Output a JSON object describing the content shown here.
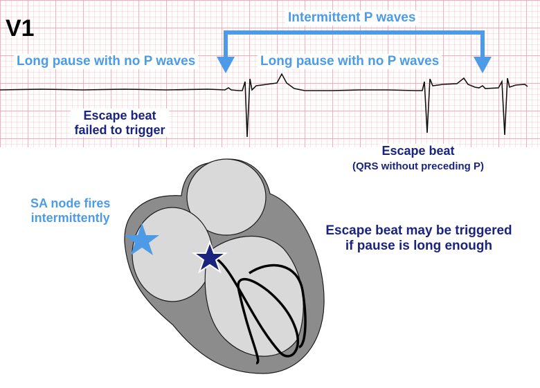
{
  "lead_label": "V1",
  "top_labels": {
    "intermittent": "Intermittent P waves",
    "pause_1": "Long pause with no P waves",
    "pause_2": "Long pause with no P waves"
  },
  "ecg_labels": {
    "escape_failed_line1": "Escape beat",
    "escape_failed_line2": "failed to trigger",
    "escape_beat_line1": "Escape beat",
    "escape_beat_line2": "(QRS without preceding P)"
  },
  "heart_labels": {
    "sa_node_line1": "SA node fires",
    "sa_node_line2": "intermittently",
    "escape_note_line1": "Escape beat may be triggered",
    "escape_note_line2": "if pause is long enough"
  },
  "colors": {
    "grid": "#f4b6c2",
    "trace": "#111111",
    "annotation_blue": "#4d9be6",
    "annotation_navy": "#1a237e",
    "heart_outer": "#8c8c8c",
    "heart_chamber": "#d9d9d9",
    "sa_star": "#4d9be6",
    "av_star": "#1a237e"
  }
}
